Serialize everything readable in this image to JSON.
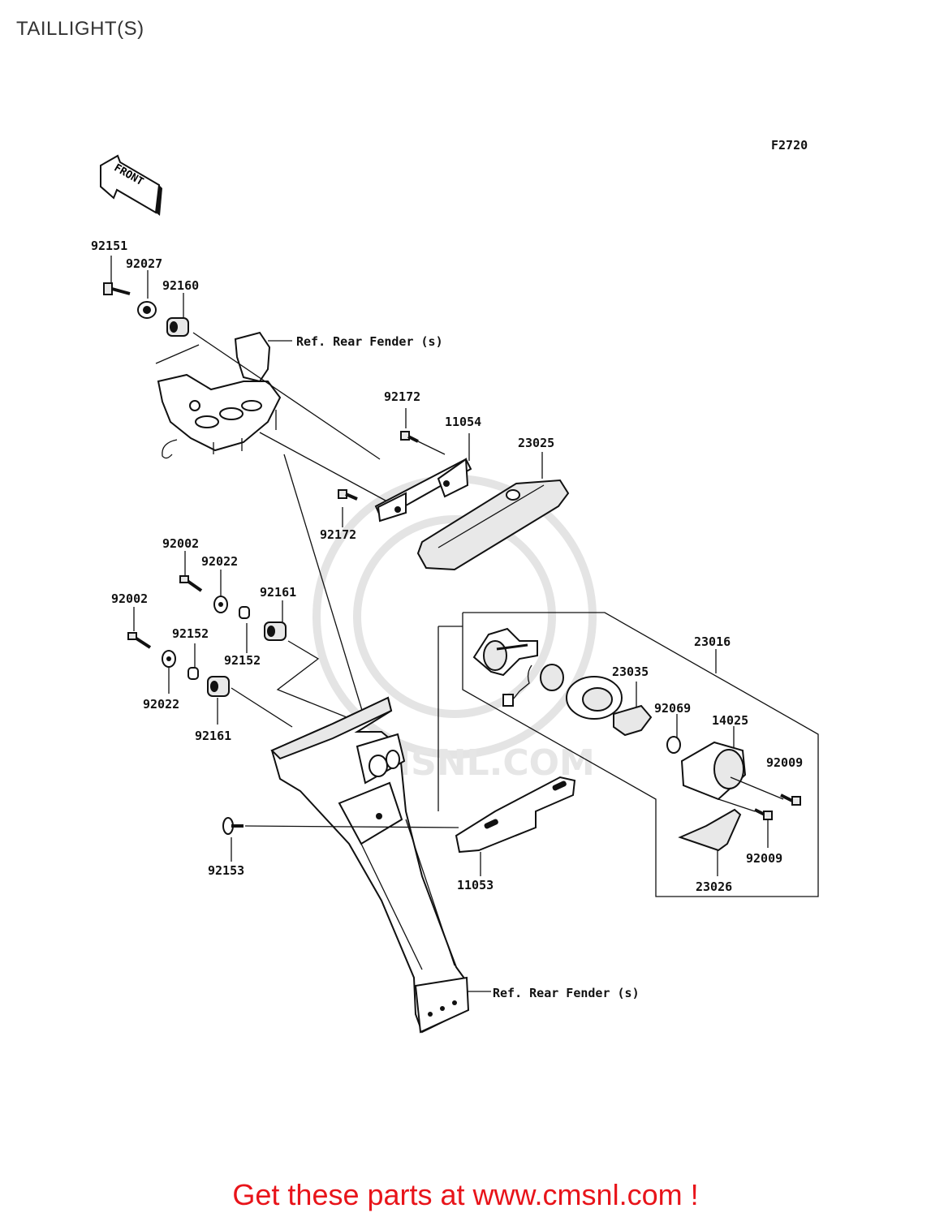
{
  "title": "TAILLIGHT(S)",
  "figure_code": "F2720",
  "front_label": "FRONT",
  "ref_labels": {
    "upper": "Ref. Rear Fender (s)",
    "lower": "Ref. Rear Fender (s)"
  },
  "parts": {
    "p92151": "92151",
    "p92027": "92027",
    "p92160": "92160",
    "p92172a": "92172",
    "p11054": "11054",
    "p23025": "23025",
    "p92172b": "92172",
    "p92002a": "92002",
    "p92022a": "92022",
    "p92161a": "92161",
    "p92002b": "92002",
    "p92152a": "92152",
    "p92152b": "92152",
    "p92022b": "92022",
    "p92161b": "92161",
    "p23016": "23016",
    "p23035": "23035",
    "p92069": "92069",
    "p14025": "14025",
    "p92009a": "92009",
    "p92009b": "92009",
    "p23026": "23026",
    "p92153": "92153",
    "p11053": "11053"
  },
  "watermark": "CMSNL.COM",
  "footer": "Get these parts at www.cmsnl.com !"
}
